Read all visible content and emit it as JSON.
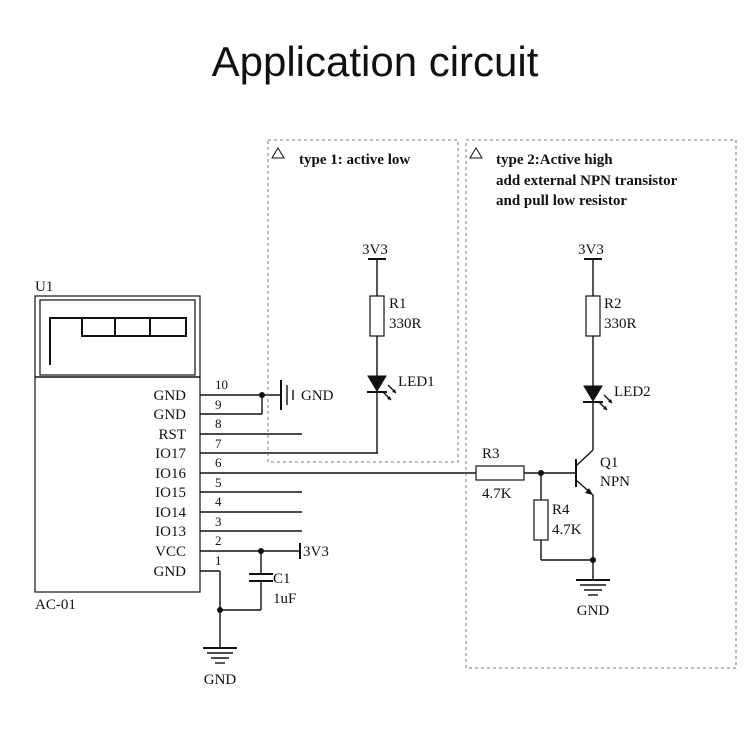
{
  "title": "Application circuit",
  "module": {
    "ref": "U1",
    "part": "AC-01",
    "pins": [
      {
        "number": "10",
        "name": "GND"
      },
      {
        "number": "9",
        "name": "GND"
      },
      {
        "number": "8",
        "name": "RST"
      },
      {
        "number": "7",
        "name": "IO17"
      },
      {
        "number": "6",
        "name": "IO16"
      },
      {
        "number": "5",
        "name": "IO15"
      },
      {
        "number": "4",
        "name": "IO14"
      },
      {
        "number": "3",
        "name": "IO13"
      },
      {
        "number": "2",
        "name": "VCC"
      },
      {
        "number": "1",
        "name": "GND"
      }
    ]
  },
  "type1": {
    "heading": "type 1: active low",
    "supply": "3V3",
    "resistor_ref": "R1",
    "resistor_value": "330R",
    "led_ref": "LED1",
    "gnd_label": "GND"
  },
  "type2": {
    "heading_lines": [
      "type 2:Active high",
      "add external NPN transistor",
      "and pull low resistor"
    ],
    "supply": "3V3",
    "resistor_ref": "R2",
    "resistor_value": "330R",
    "led_ref": "LED2",
    "base_resistor_ref": "R3",
    "base_resistor_value": "4.7K",
    "pulldown_ref": "R4",
    "pulldown_value": "4.7K",
    "transistor_ref": "Q1",
    "transistor_type": "NPN",
    "gnd_label": "GND"
  },
  "power": {
    "vcc_net": "3V3",
    "cap_ref": "C1",
    "cap_value": "1uF",
    "gnd_label": "GND"
  }
}
